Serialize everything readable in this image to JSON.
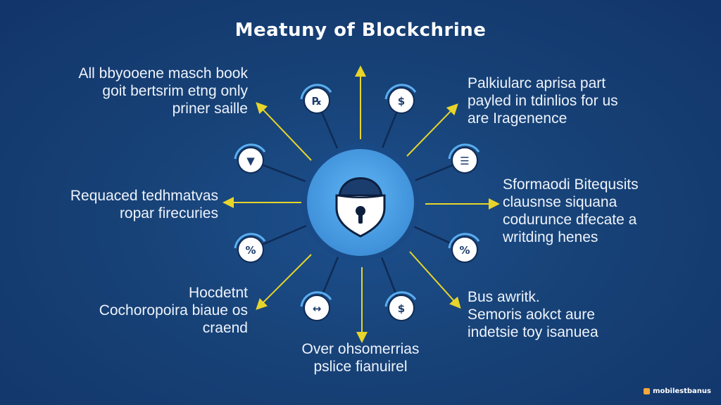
{
  "title": "Meatuny of Blockchrine",
  "center_icon": "padlock-shield-icon",
  "accent": "#5aaef0",
  "arrow_color": "#e7d52a",
  "labels": {
    "top_left": [
      "All bbyooene masch book",
      "goit bertsrim etng only",
      "priner saille"
    ],
    "top_right": [
      "Palkiularc aprisa part",
      "payled in tdinlios for us",
      "are Iragenence"
    ],
    "mid_left": [
      "Requaced tedhmatvas",
      "ropar firecuries"
    ],
    "mid_right": [
      "Sformaodi Bitequsits",
      "clausnse siquana",
      "codurunce dfecate a",
      "writding henes"
    ],
    "bottom_left": [
      "Hocdetnt",
      "Cochoropoira biaue os",
      "craend"
    ],
    "bottom_right": [
      "Bus awritk.",
      "Semoris aokct aure",
      "indetsie toy isanuea"
    ],
    "bottom_center": [
      "Over ohsomerrias",
      "pslice fianuirel"
    ]
  },
  "nodes": [
    {
      "glyph": "℞",
      "icon": "prescription-icon"
    },
    {
      "glyph": "$",
      "icon": "dollar-icon"
    },
    {
      "glyph": "▼",
      "icon": "shield-icon"
    },
    {
      "glyph": "☰",
      "icon": "list-icon"
    },
    {
      "glyph": "%",
      "icon": "percent-icon"
    },
    {
      "glyph": "%",
      "icon": "percent-icon"
    },
    {
      "glyph": "↔",
      "icon": "exchange-icon"
    },
    {
      "glyph": "$",
      "icon": "dollar-icon"
    }
  ],
  "watermark": "mobilestbanus"
}
